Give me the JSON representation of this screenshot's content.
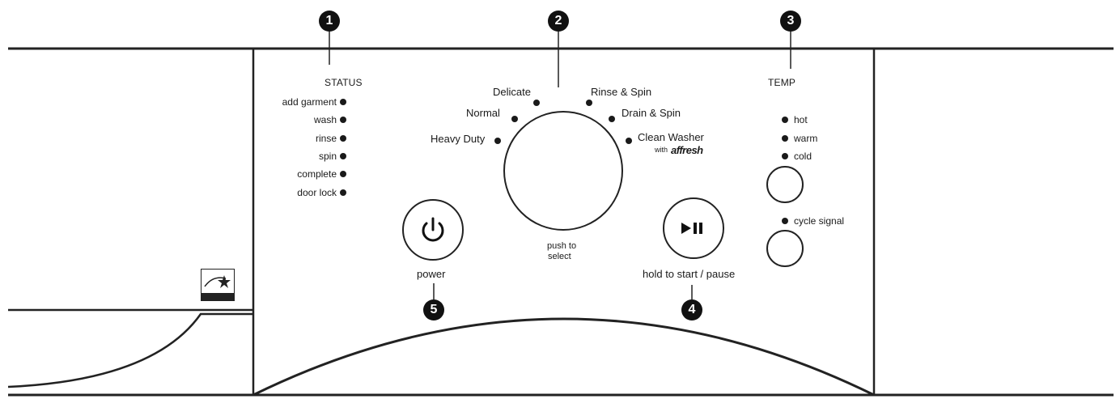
{
  "status": {
    "heading": "STATUS",
    "items": [
      "add garment",
      "wash",
      "rinse",
      "spin",
      "complete",
      "door lock"
    ]
  },
  "cycles": {
    "left": [
      "Delicate",
      "Normal",
      "Heavy Duty"
    ],
    "right": [
      "Rinse & Spin",
      "Drain & Spin",
      "Clean Washer"
    ],
    "clean_washer_with": "with",
    "clean_washer_brand": "affresh",
    "knob_caption_line1": "push to",
    "knob_caption_line2": "select"
  },
  "temp": {
    "heading": "TEMP",
    "items": [
      "hot",
      "warm",
      "cold"
    ],
    "cycle_signal": "cycle signal"
  },
  "buttons": {
    "power_label": "power",
    "start_label": "hold to start / pause"
  },
  "callouts": [
    "1",
    "2",
    "3",
    "4",
    "5"
  ],
  "energy_star_caption": "ENERGY STAR"
}
